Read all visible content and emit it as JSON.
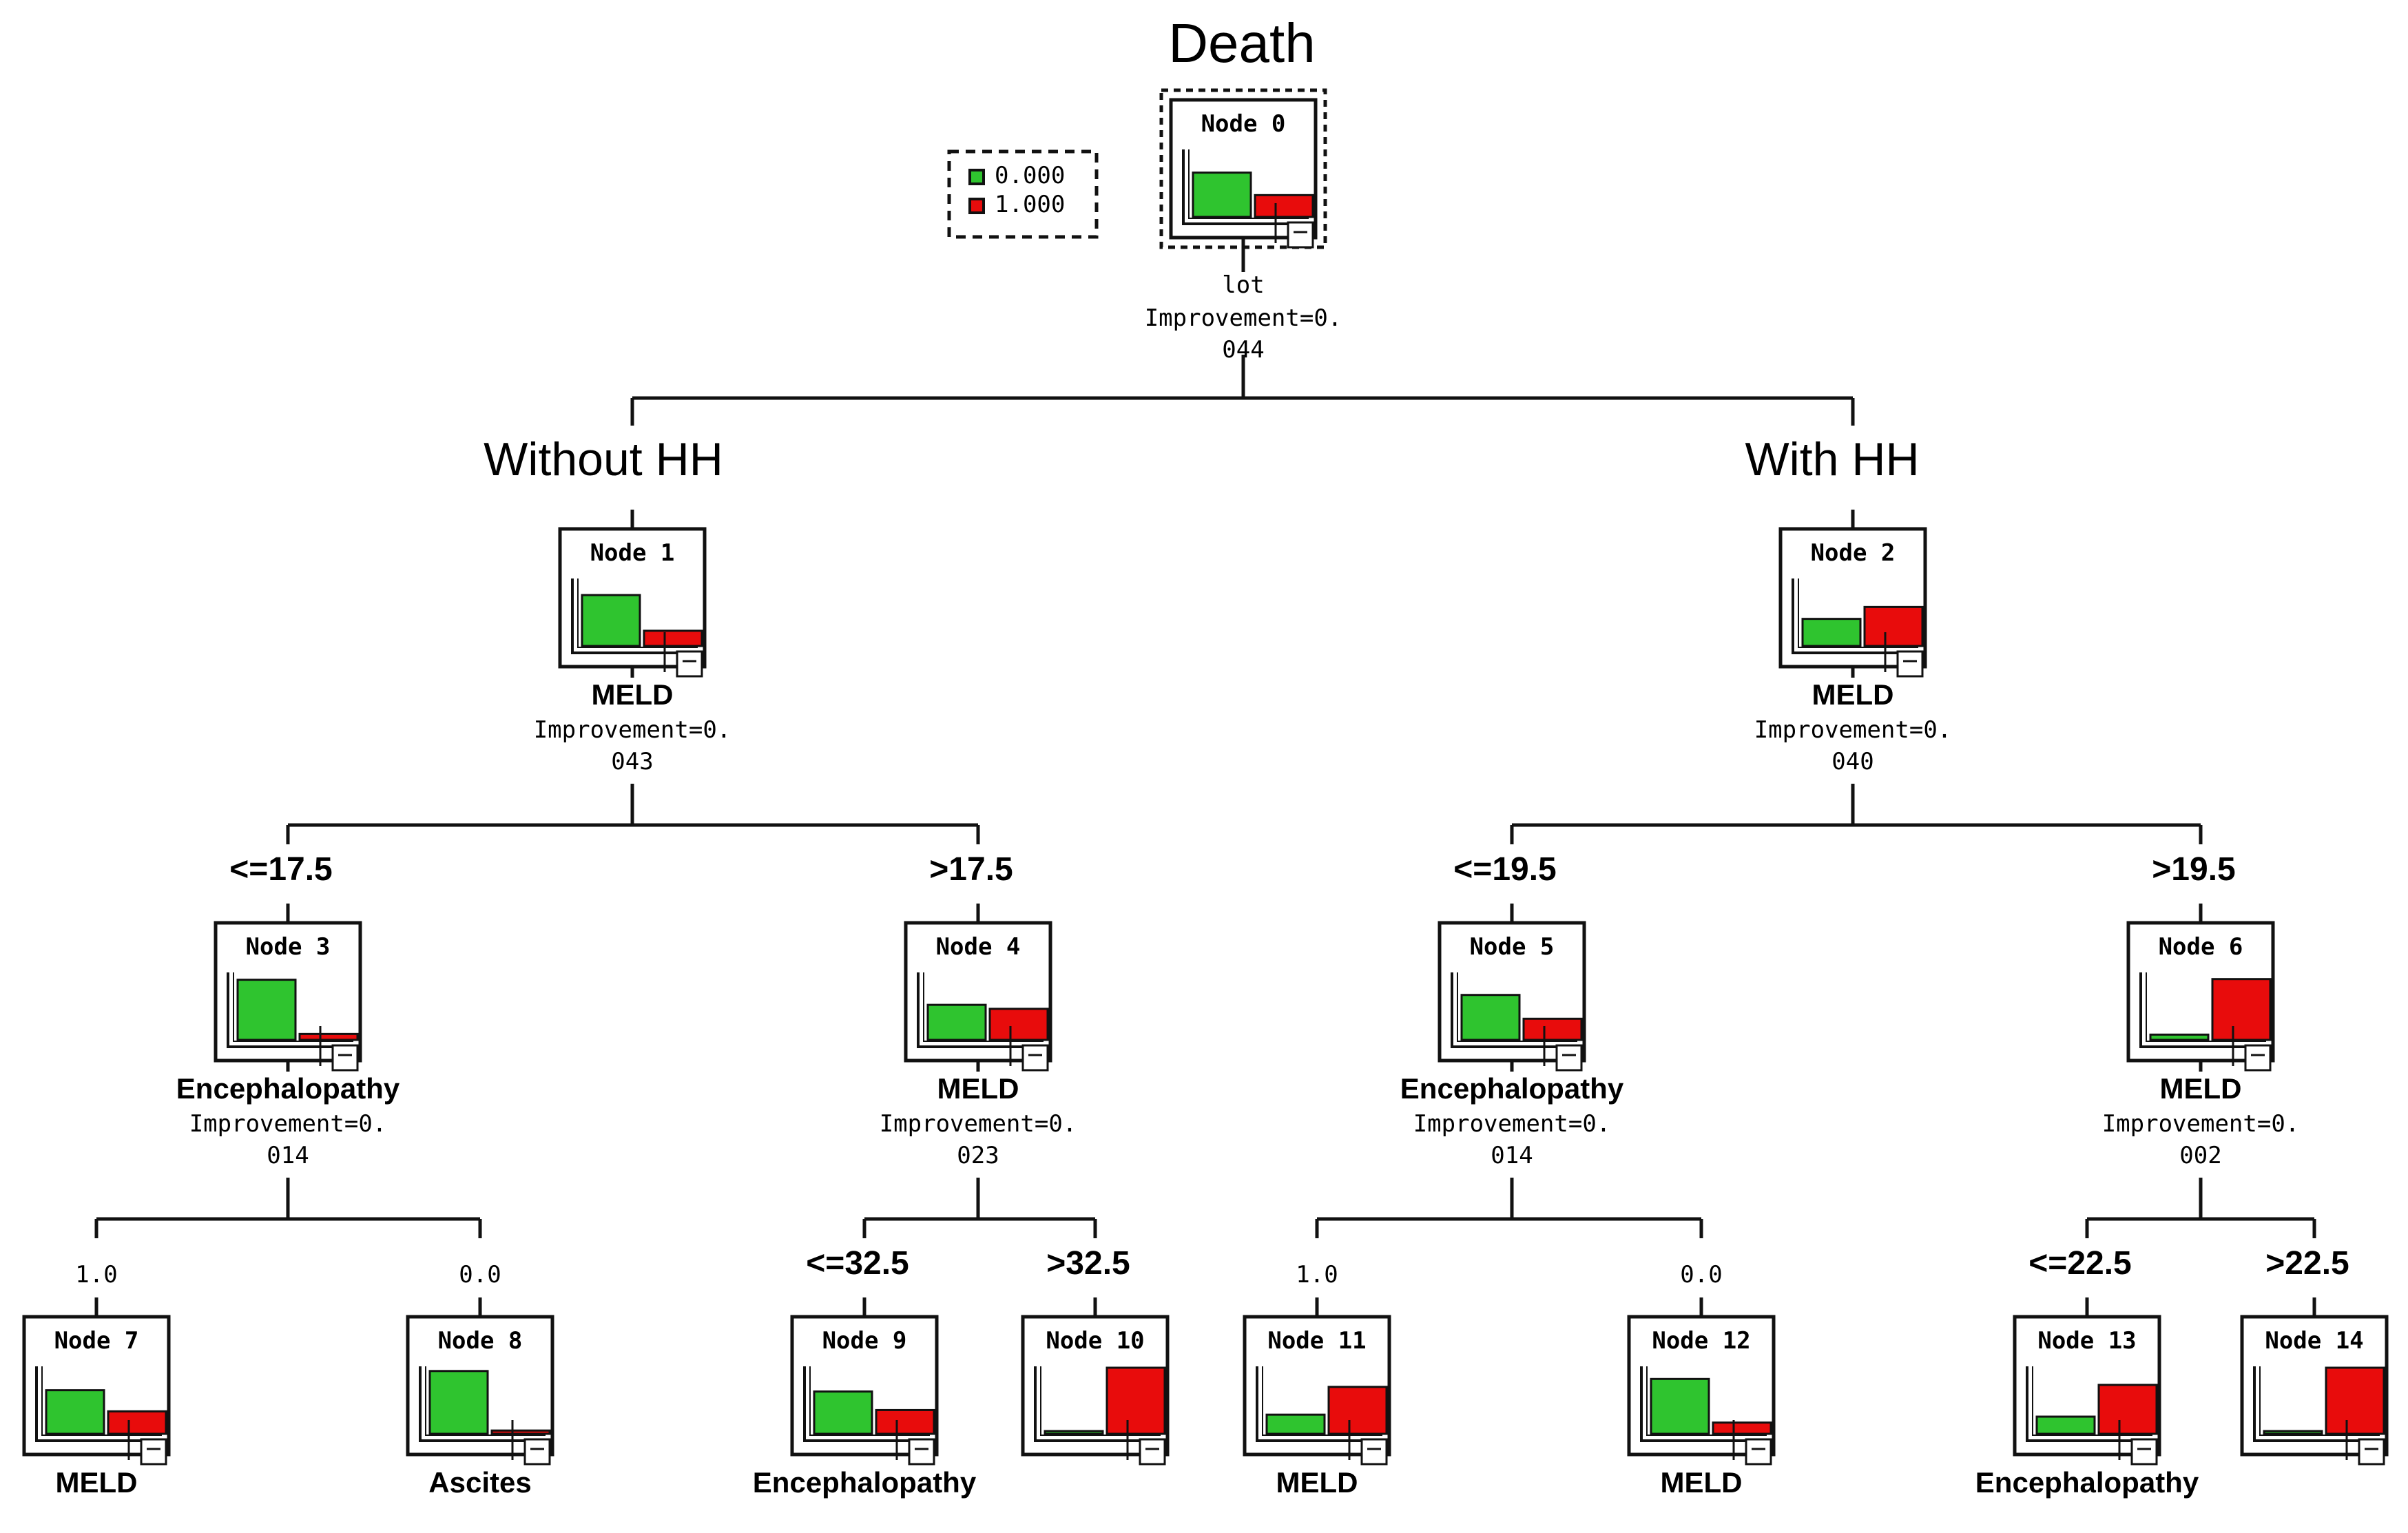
{
  "title": "Death",
  "legend": {
    "items": [
      {
        "label": "0.000",
        "color": "#2fc42f"
      },
      {
        "label": "1.000",
        "color": "#e80c0c"
      }
    ]
  },
  "colors": {
    "green": "#2fc42f",
    "red": "#e80c0c",
    "line": "#111111"
  },
  "nodes": [
    {
      "id": 0,
      "label": "Node 0",
      "fractions": [
        0.67,
        0.33
      ],
      "split": {
        "variable": "lot",
        "improvement_line1": "Improvement=0.",
        "improvement_line2": "044"
      }
    },
    {
      "id": 1,
      "label": "Node 1",
      "fractions": [
        0.77,
        0.23
      ],
      "branch": "Without HH",
      "split": {
        "variable": "MELD",
        "improvement_line1": "Improvement=0.",
        "improvement_line2": "043"
      }
    },
    {
      "id": 2,
      "label": "Node 2",
      "fractions": [
        0.41,
        0.59
      ],
      "branch": "With HH",
      "split": {
        "variable": "MELD",
        "improvement_line1": "Improvement=0.",
        "improvement_line2": "040"
      }
    },
    {
      "id": 3,
      "label": "Node 3",
      "fractions": [
        0.91,
        0.09
      ],
      "branch": "<=17.5",
      "split": {
        "variable": "Encephalopathy",
        "improvement_line1": "Improvement=0.",
        "improvement_line2": "014"
      }
    },
    {
      "id": 4,
      "label": "Node 4",
      "fractions": [
        0.53,
        0.47
      ],
      "branch": ">17.5",
      "split": {
        "variable": "MELD",
        "improvement_line1": "Improvement=0.",
        "improvement_line2": "023"
      }
    },
    {
      "id": 5,
      "label": "Node 5",
      "fractions": [
        0.68,
        0.32
      ],
      "branch": "<=19.5",
      "split": {
        "variable": "Encephalopathy",
        "improvement_line1": "Improvement=0.",
        "improvement_line2": "014"
      }
    },
    {
      "id": 6,
      "label": "Node 6",
      "fractions": [
        0.08,
        0.92
      ],
      "branch": ">19.5",
      "split": {
        "variable": "MELD",
        "improvement_line1": "Improvement=0.",
        "improvement_line2": "002"
      }
    },
    {
      "id": 7,
      "label": "Node 7",
      "fractions": [
        0.66,
        0.34
      ],
      "branch": "1.0",
      "split": {
        "variable": "MELD"
      }
    },
    {
      "id": 8,
      "label": "Node 8",
      "fractions": [
        0.95,
        0.05
      ],
      "branch": "0.0",
      "split": {
        "variable": "Ascites"
      }
    },
    {
      "id": 9,
      "label": "Node 9",
      "fractions": [
        0.64,
        0.36
      ],
      "branch": "<=32.5",
      "split": {
        "variable": "Encephalopathy"
      }
    },
    {
      "id": 10,
      "label": "Node 10",
      "fractions": [
        0.0,
        1.0
      ],
      "branch": ">32.5"
    },
    {
      "id": 11,
      "label": "Node 11",
      "fractions": [
        0.29,
        0.71
      ],
      "branch": "1.0",
      "split": {
        "variable": "MELD"
      }
    },
    {
      "id": 12,
      "label": "Node 12",
      "fractions": [
        0.83,
        0.17
      ],
      "branch": "0.0",
      "split": {
        "variable": "MELD"
      }
    },
    {
      "id": 13,
      "label": "Node 13",
      "fractions": [
        0.26,
        0.74
      ],
      "branch": "<=22.5",
      "split": {
        "variable": "Encephalopathy"
      }
    },
    {
      "id": 14,
      "label": "Node 14",
      "fractions": [
        0.0,
        1.0
      ],
      "branch": ">22.5"
    }
  ]
}
